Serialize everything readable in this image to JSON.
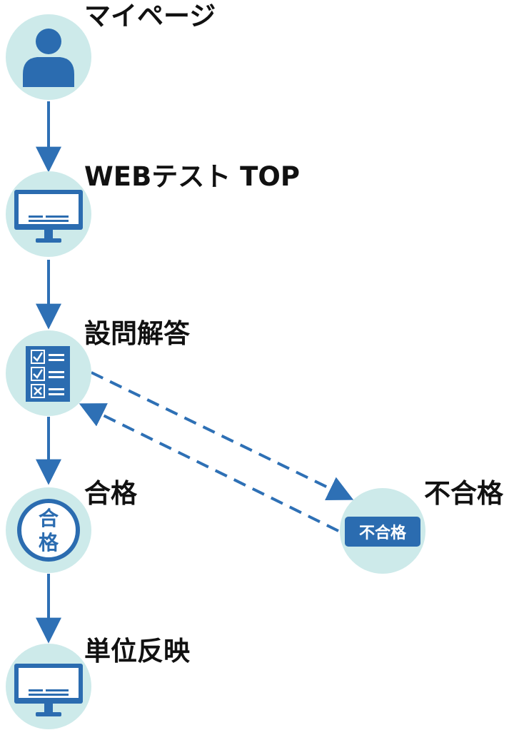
{
  "colors": {
    "circle_fill": "#cdeaea",
    "icon_blue": "#2b6cb0",
    "arrow_blue": "#2e70b5",
    "label_text": "#111111"
  },
  "steps": [
    {
      "id": "mypage",
      "label": "マイページ",
      "icon": "user-icon"
    },
    {
      "id": "webtest-top",
      "label": "WEBテスト TOP",
      "icon": "monitor-icon"
    },
    {
      "id": "answer",
      "label": "設問解答",
      "icon": "checklist-icon"
    },
    {
      "id": "pass",
      "label": "合格",
      "icon": "pass-stamp-icon",
      "icon_text_top": "合",
      "icon_text_bottom": "格"
    },
    {
      "id": "credit",
      "label": "単位反映",
      "icon": "monitor-icon"
    }
  ],
  "fail_branch": {
    "label": "不合格",
    "icon": "fail-badge-icon",
    "badge_text": "不合格",
    "loops_back_to": "answer"
  }
}
